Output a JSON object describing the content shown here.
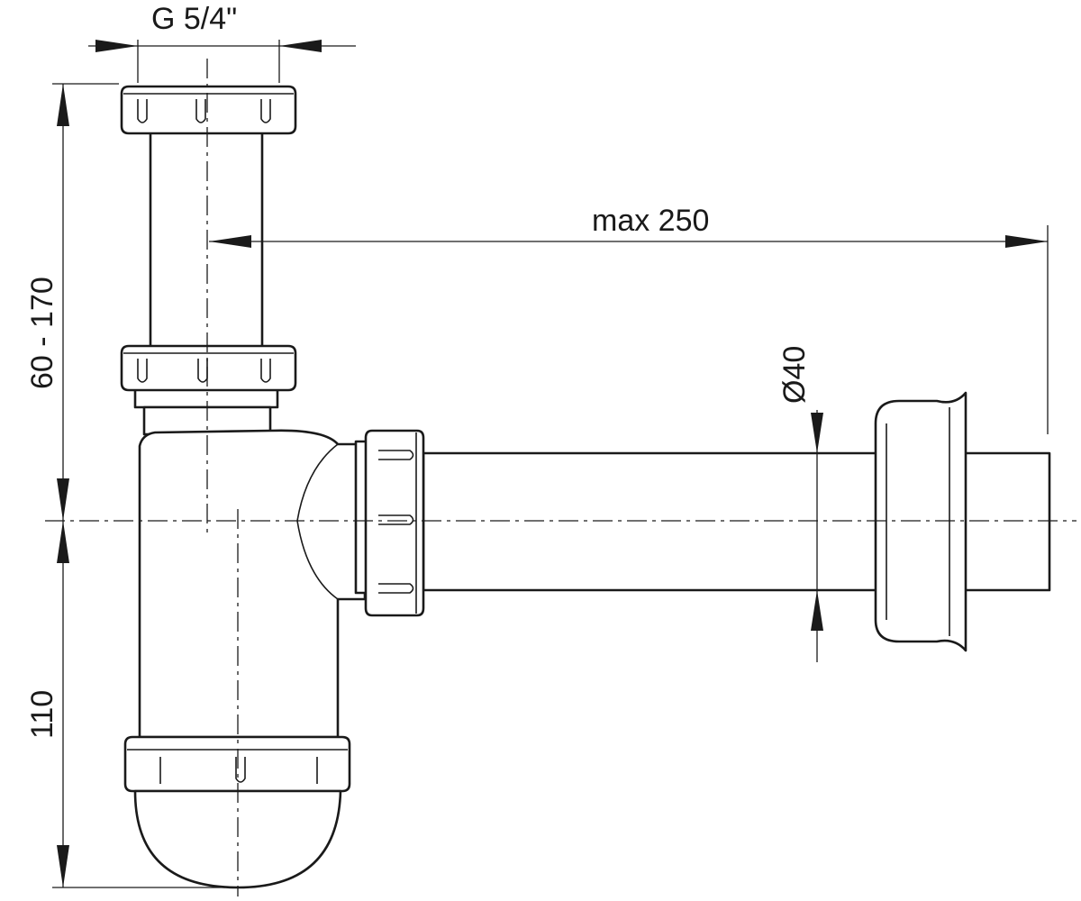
{
  "diagram": {
    "subject": "bottle trap with horizontal outlet pipe and wall flange",
    "line_color": "#1a1a1a",
    "background_color": "#ffffff"
  },
  "dimensions": {
    "top_thread": "G 5/4\"",
    "horizontal_length": "max 250",
    "outlet_diameter": "Ø40",
    "upper_height": "60 - 170",
    "lower_height": "110"
  }
}
